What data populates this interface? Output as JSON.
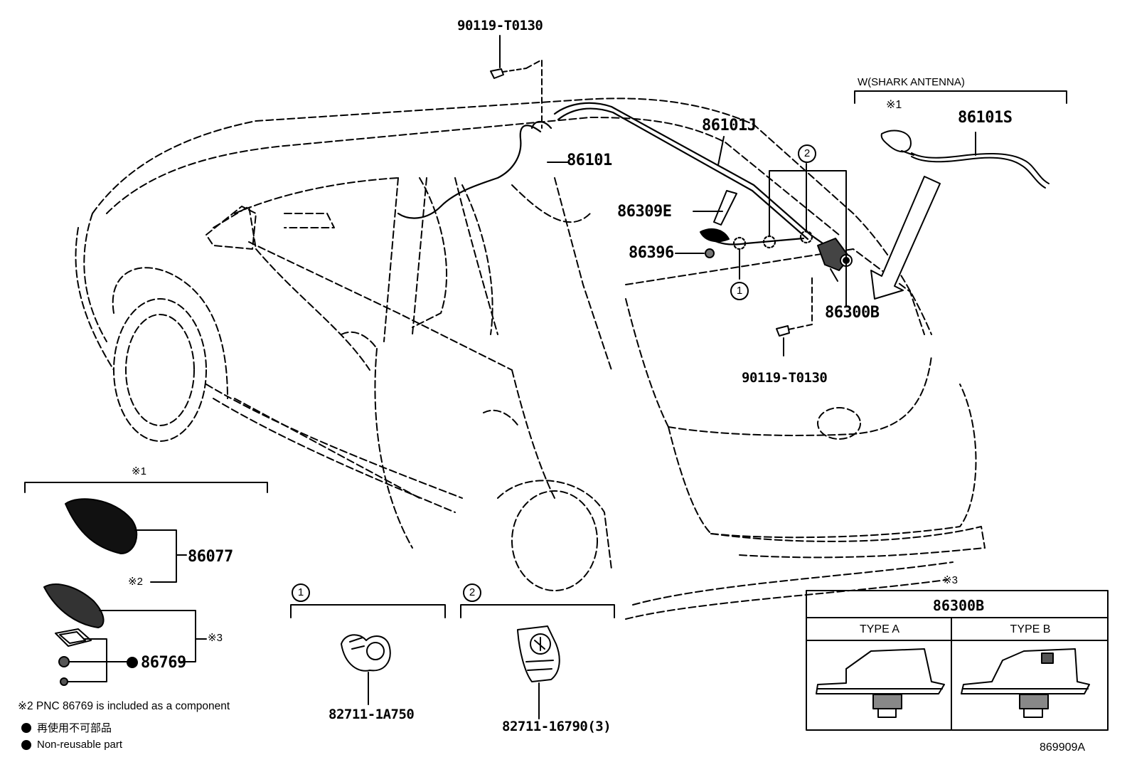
{
  "labels": {
    "bolt_top": "90119-T0130",
    "bolt_bottom": "90119-T0130",
    "p86101J": "86101J",
    "p86101": "86101",
    "p86309E": "86309E",
    "p86396": "86396",
    "p86300B": "86300B",
    "p86101S": "86101S",
    "p86077": "86077",
    "p86769": "86769",
    "clip1_part": "82711-1A750",
    "clip2_part": "82711-16790(3)",
    "diagram_id": "869909A"
  },
  "shark_antenna": {
    "title": "W(SHARK ANTENNA)",
    "note_mark": "※1"
  },
  "callouts": {
    "c1": "1",
    "c2": "2"
  },
  "inset_left": {
    "mark1": "※1",
    "mark2": "※2",
    "mark3": "※3"
  },
  "notes": {
    "pnc_note": "※2 PNC 86769 is included as a component",
    "legend_jp": "再使用不可部品",
    "legend_en": "Non-reusable part"
  },
  "type_table": {
    "mark": "※3",
    "title": "86300B",
    "col_a": "TYPE A",
    "col_b": "TYPE B"
  }
}
